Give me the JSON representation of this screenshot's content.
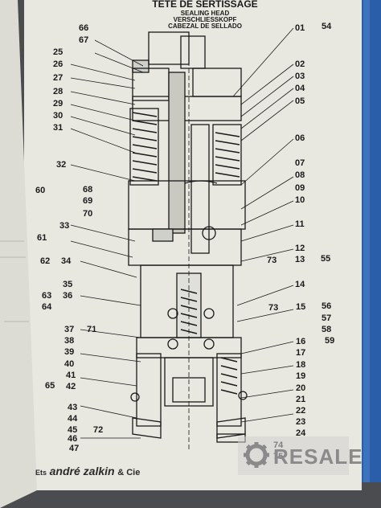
{
  "titles": {
    "fr": "TETE DE SERTISSAGE",
    "en": "SEALING HEAD",
    "de": "VERSCHLIESSKOPF",
    "es": "CABEZAL DE SELLADO"
  },
  "labels_left": [
    "66",
    "67",
    "25",
    "26",
    "27",
    "28",
    "29",
    "30",
    "31",
    "32",
    "68",
    "60",
    "69",
    "70",
    "33",
    "61",
    "62",
    "34",
    "35",
    "63",
    "36",
    "64",
    "37",
    "71",
    "38",
    "39",
    "40",
    "41",
    "42",
    "65",
    "43",
    "44",
    "45",
    "72",
    "46",
    "47"
  ],
  "labels_right": [
    "01",
    "54",
    "02",
    "03",
    "04",
    "05",
    "06",
    "07",
    "08",
    "09",
    "10",
    "11",
    "12",
    "73",
    "13",
    "55",
    "14",
    "73",
    "15",
    "56",
    "57",
    "58",
    "59",
    "16",
    "17",
    "18",
    "19",
    "20",
    "21",
    "22",
    "23",
    "24",
    "74",
    "75"
  ],
  "footer": {
    "company_prefix": "Ets",
    "company_name": "andré zalkin",
    "company_suffix": "& Cie"
  },
  "watermark": {
    "text": "RESALE"
  },
  "colors": {
    "paper": "#e8e7e0",
    "ink": "#1a1a1a",
    "background": "#4a4c4f",
    "binder_blue": "#2a5ea8"
  }
}
